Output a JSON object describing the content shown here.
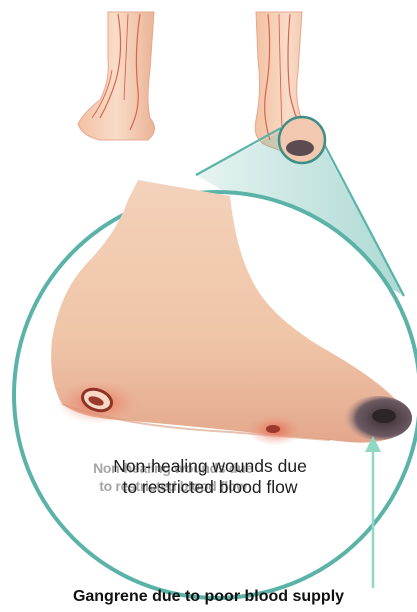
{
  "labels": {
    "wounds_line1": "Non-healing wounds due",
    "wounds_line2": "to restricted blood flow",
    "gangrene": "Gangrene due to poor blood supply"
  },
  "colors": {
    "skin": "#f5d2b8",
    "skin_shadow": "#e8a98c",
    "vein": "#d8644e",
    "lens": "#5bb3a8",
    "arrow": "#8fd8c3",
    "wound": "#9b3a2c",
    "gangrene": "#3a2f32"
  }
}
